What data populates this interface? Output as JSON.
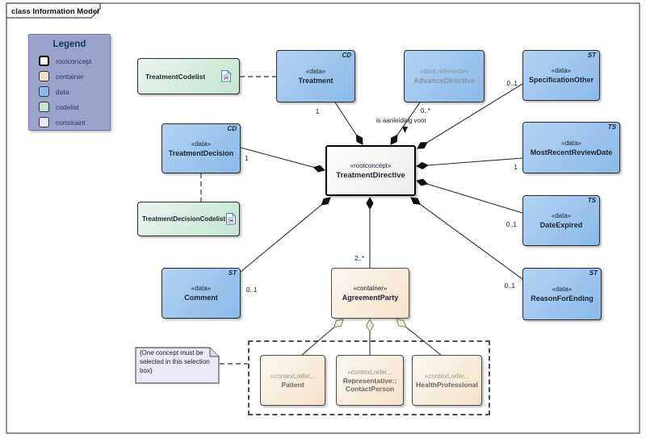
{
  "colors": {
    "blue-light": "#b3d3f2",
    "blue-dark": "#8abaea",
    "green-light": "#eaf6ee",
    "green-dark": "#c3e5cf",
    "peach-light": "#fdf9f2",
    "peach-dark": "#f5e1c9",
    "root-bg-light": "#fefefe",
    "root-bg-dark": "#ededed",
    "lavender": "#e9e9f8",
    "legend-bg": "#99a3cc",
    "legend-border": "#6f7ab2",
    "legend-title": "#17365d",
    "gray-text": "#8694a9",
    "context-text": "#6d675f",
    "line": "#2f2f2f",
    "diamond-fill": "#111111",
    "open-diamond-fill": "#f7efd8",
    "open-diamond-border": "#8a7a4e"
  },
  "frame": {
    "tab_label": "class Information Model"
  },
  "legend": {
    "title": "Legend",
    "items": [
      {
        "label": "rootconcept",
        "color": "#ffffff",
        "border": "#000000"
      },
      {
        "label": "container",
        "color": "#f5e1c9",
        "border": "#333333"
      },
      {
        "label": "data",
        "color": "#8abaea",
        "border": "#333333"
      },
      {
        "label": "codelist",
        "color": "#c3e5cf",
        "border": "#333333"
      },
      {
        "label": "constraint",
        "color": "#e9e9f8",
        "border": "#333333"
      }
    ]
  },
  "nodes": {
    "treatment_codelist": {
      "name": "TreatmentCodelist"
    },
    "treatment": {
      "kind": "CD",
      "stereotype": "«data»",
      "name": "Treatment"
    },
    "advance_directive": {
      "stereotype": "«data,reference»",
      "name": "AdvanceDirective"
    },
    "specification_other": {
      "kind": "ST",
      "stereotype": "«data»",
      "name": "SpecificationOther"
    },
    "treatment_decision": {
      "kind": "CD",
      "stereotype": "«data»",
      "name": "TreatmentDecision"
    },
    "treatment_decision_codelist": {
      "name": "TreatmentDecisionCodelist"
    },
    "treatment_directive": {
      "stereotype": "«rootconcept»",
      "name": "TreatmentDirective"
    },
    "most_recent_review_date": {
      "kind": "TS",
      "stereotype": "«data»",
      "name": "MostRecentReviewDate"
    },
    "date_expired": {
      "kind": "TS",
      "stereotype": "«data»",
      "name": "DateExpired"
    },
    "reason_for_ending": {
      "kind": "ST",
      "stereotype": "«data»",
      "name": "ReasonForEnding"
    },
    "comment": {
      "kind": "ST",
      "stereotype": "«data»",
      "name": "Comment"
    },
    "agreement_party": {
      "stereotype": "«container»",
      "name": "AgreementParty"
    },
    "patient": {
      "stereotype": "«context,refer...",
      "name": "Patient"
    },
    "representative": {
      "stereotype": "«context,refer...",
      "name_line1": "Representative::",
      "name_line2": "ContactPerson"
    },
    "health_professional": {
      "stereotype": "«context,refer...",
      "name": "HealthProfessional"
    }
  },
  "associations": {
    "label_is_aanleiding_voor": "is aanleiding voor",
    "multiplicities": {
      "treatment": "1",
      "advance_directive": "0..*",
      "specification_other": "0..1",
      "treatment_decision": "1",
      "most_recent_review_date": "1",
      "date_expired": "0..1",
      "reason_for_ending": "0..1",
      "comment": "0..1",
      "agreement_party": "2..*"
    }
  },
  "note": {
    "text": "{One concept must be selected in this selection box}"
  }
}
